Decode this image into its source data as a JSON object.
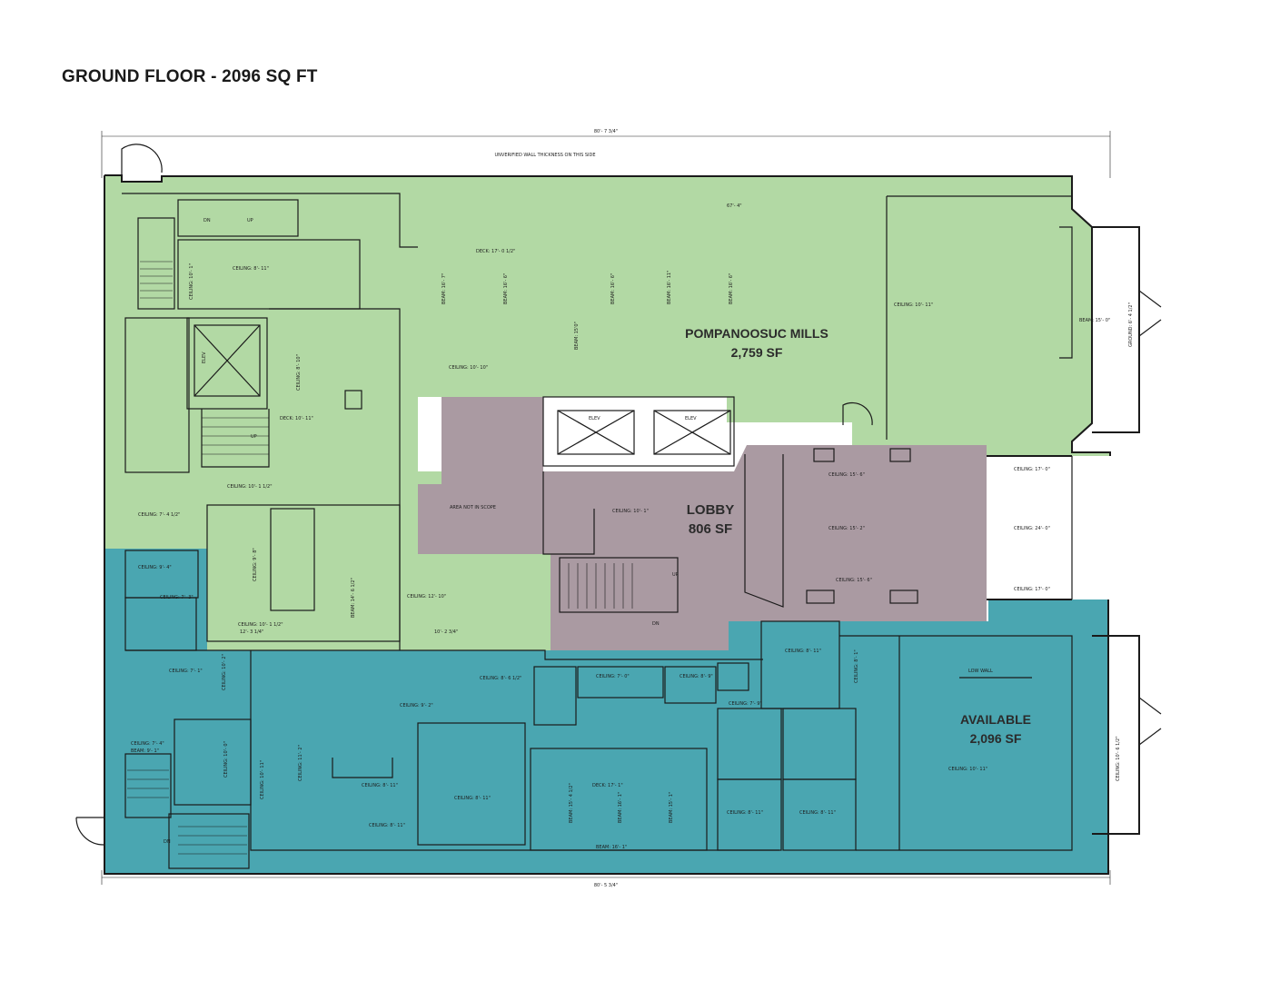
{
  "title": "GROUND FLOOR - 2096 SQ FT",
  "colors": {
    "pompanoosuc": "#b2d9a4",
    "lobby": "#aa9aa2",
    "available": "#4aa6b1",
    "walls": "#1a1a1a",
    "exterior": "#ffffff"
  },
  "rooms": {
    "pompanoosuc": {
      "name": "POMPANOOSUC MILLS",
      "area": "2,759 SF"
    },
    "lobby": {
      "name": "LOBBY",
      "area": "806 SF"
    },
    "available": {
      "name": "AVAILABLE",
      "area": "2,096 SF"
    }
  },
  "notes": {
    "top_dimension": "80'- 7 3/4\"",
    "bottom_dimension": "80'- 5 3/4\"",
    "unverified": "UNVERIFIED WALL THICKNESS ON THIS SIDE",
    "area_not_in_scope": "AREA NOT IN SCOPE"
  },
  "small_labels": [
    {
      "id": "l01",
      "text": "67'- 4\""
    },
    {
      "id": "l02",
      "text": "DECK: 17'- 0 1/2\""
    },
    {
      "id": "l03",
      "text": "BEAM: 16'- 7\""
    },
    {
      "id": "l04",
      "text": "BEAM: 16'- 6\""
    },
    {
      "id": "l05",
      "text": "BEAM: 16'- 6\""
    },
    {
      "id": "l06",
      "text": "BEAM: 16'- 11\""
    },
    {
      "id": "l07",
      "text": "BEAM: 16'- 6\""
    },
    {
      "id": "l08",
      "text": "BEAM: 15'0\""
    },
    {
      "id": "l09",
      "text": "CEILING: 10'- 10\""
    },
    {
      "id": "l10",
      "text": "CEILING: 10'- 11\""
    },
    {
      "id": "l11",
      "text": "BEAM: 15'- 0\""
    },
    {
      "id": "l12",
      "text": "GROUND: 6'- 4 1/2\""
    },
    {
      "id": "l13",
      "text": "CEILING: 8'- 11\""
    },
    {
      "id": "l14",
      "text": "CEILING: 10'- 1\""
    },
    {
      "id": "l15",
      "text": "CEILING: 8'- 10\""
    },
    {
      "id": "l16",
      "text": "DECK: 10'- 11\""
    },
    {
      "id": "l17",
      "text": "CEILING: 10'- 1 1/2\""
    },
    {
      "id": "l18",
      "text": "CEILING: 7'- 4 1/2\""
    },
    {
      "id": "l19",
      "text": "CEILING: 9'- 8\""
    },
    {
      "id": "l20",
      "text": "CEILING: 12'- 10\""
    },
    {
      "id": "l21",
      "text": "CEILING: 10'- 1 1/2\""
    },
    {
      "id": "l22",
      "text": "12'- 3 1/4\""
    },
    {
      "id": "l23",
      "text": "BEAM: 14'- 6 1/2\""
    },
    {
      "id": "l24",
      "text": "10'- 2 3/4\""
    },
    {
      "id": "l25",
      "text": "CEILING: 10'- 1\""
    },
    {
      "id": "l26",
      "text": "CEILING: 15'- 6\""
    },
    {
      "id": "l27",
      "text": "CEILING: 15'- 2\""
    },
    {
      "id": "l28",
      "text": "CEILING: 15'- 6\""
    },
    {
      "id": "l29",
      "text": "CEILING: 17'- 0\""
    },
    {
      "id": "l30",
      "text": "CEILING: 24'- 0\""
    },
    {
      "id": "l31",
      "text": "CEILING: 17'- 0\""
    },
    {
      "id": "l32",
      "text": "ELEV"
    },
    {
      "id": "l33",
      "text": "ELEV"
    },
    {
      "id": "l34",
      "text": "CEILING: 9'- 4\""
    },
    {
      "id": "l35",
      "text": "CEILING: 7'- 3\""
    },
    {
      "id": "l36",
      "text": "CEILING: 7'- 1\""
    },
    {
      "id": "l37",
      "text": "CEILING: 10'- 2\""
    },
    {
      "id": "l38",
      "text": "CEILING: 9'- 2\""
    },
    {
      "id": "l39",
      "text": "CEILING: 8'- 6 1/2\""
    },
    {
      "id": "l40",
      "text": "CEILING: 7'- 0\""
    },
    {
      "id": "l41",
      "text": "CEILING: 8'- 9\""
    },
    {
      "id": "l42",
      "text": "CEILING: 7'- 9\""
    },
    {
      "id": "l43",
      "text": "CEILING: 8'- 11\""
    },
    {
      "id": "l44",
      "text": "CEILING: 8'- 1\""
    },
    {
      "id": "l45",
      "text": "LOW WALL"
    },
    {
      "id": "l46",
      "text": "CEILING: 11'- 2\""
    },
    {
      "id": "l47",
      "text": "CEILING: 8'- 11\""
    },
    {
      "id": "l48",
      "text": "CEILING: 8'- 11\""
    },
    {
      "id": "l49",
      "text": "CEILING: 8'- 11\""
    },
    {
      "id": "l50",
      "text": "DECK: 17'- 1\""
    },
    {
      "id": "l51",
      "text": "BEAM: 16'- 1\""
    },
    {
      "id": "l52",
      "text": "BEAM: 15'- 4 1/2\""
    },
    {
      "id": "l53",
      "text": "BEAM: 15'- 1\""
    },
    {
      "id": "l54",
      "text": "BEAM: 16'- 1\""
    },
    {
      "id": "l55",
      "text": "CEILING: 8'- 11\""
    },
    {
      "id": "l56",
      "text": "CEILING: 8'- 11\""
    },
    {
      "id": "l57",
      "text": "CEILING: 10'- 11\""
    },
    {
      "id": "l58",
      "text": "CEILING: 10'- 6 1/2\""
    },
    {
      "id": "l59",
      "text": "BEAM: 9'- 1\""
    },
    {
      "id": "l60",
      "text": "CEILING: 7'- 4\""
    },
    {
      "id": "l61",
      "text": "CEILING: 10'- 0\""
    },
    {
      "id": "l62",
      "text": "CEILING: 10'- 11\""
    },
    {
      "id": "l63",
      "text": "UP"
    },
    {
      "id": "l64",
      "text": "DN"
    },
    {
      "id": "l65",
      "text": "UP"
    },
    {
      "id": "l66",
      "text": "DN"
    },
    {
      "id": "l67",
      "text": "UP"
    },
    {
      "id": "l68",
      "text": "DN"
    },
    {
      "id": "l69",
      "text": "ELEV"
    }
  ]
}
